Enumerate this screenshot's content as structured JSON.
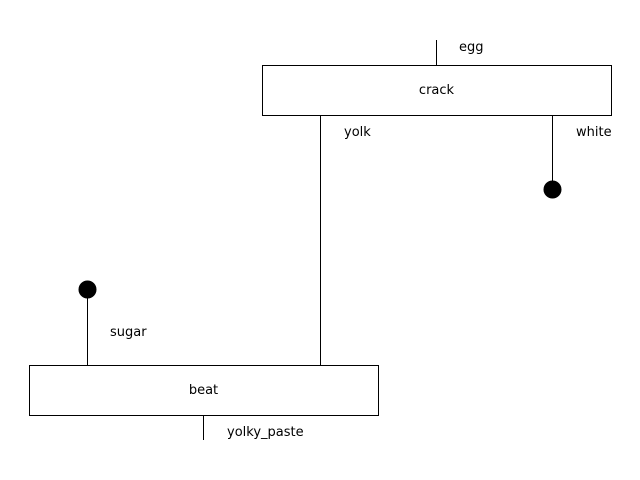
{
  "nodes": {
    "crack": {
      "label": "crack"
    },
    "beat": {
      "label": "beat"
    }
  },
  "edges": {
    "egg": {
      "label": "egg",
      "from": "",
      "to": "crack"
    },
    "yolk": {
      "label": "yolk",
      "from": "crack",
      "to": "beat"
    },
    "white": {
      "label": "white",
      "from": "crack",
      "to": "terminal"
    },
    "sugar": {
      "label": "sugar",
      "from": "terminal",
      "to": "beat"
    },
    "yolky_paste": {
      "label": "yolky_paste",
      "from": "beat",
      "to": ""
    }
  },
  "colors": {
    "stroke": "#000000",
    "fill": "#ffffff",
    "terminal": "#000000"
  }
}
